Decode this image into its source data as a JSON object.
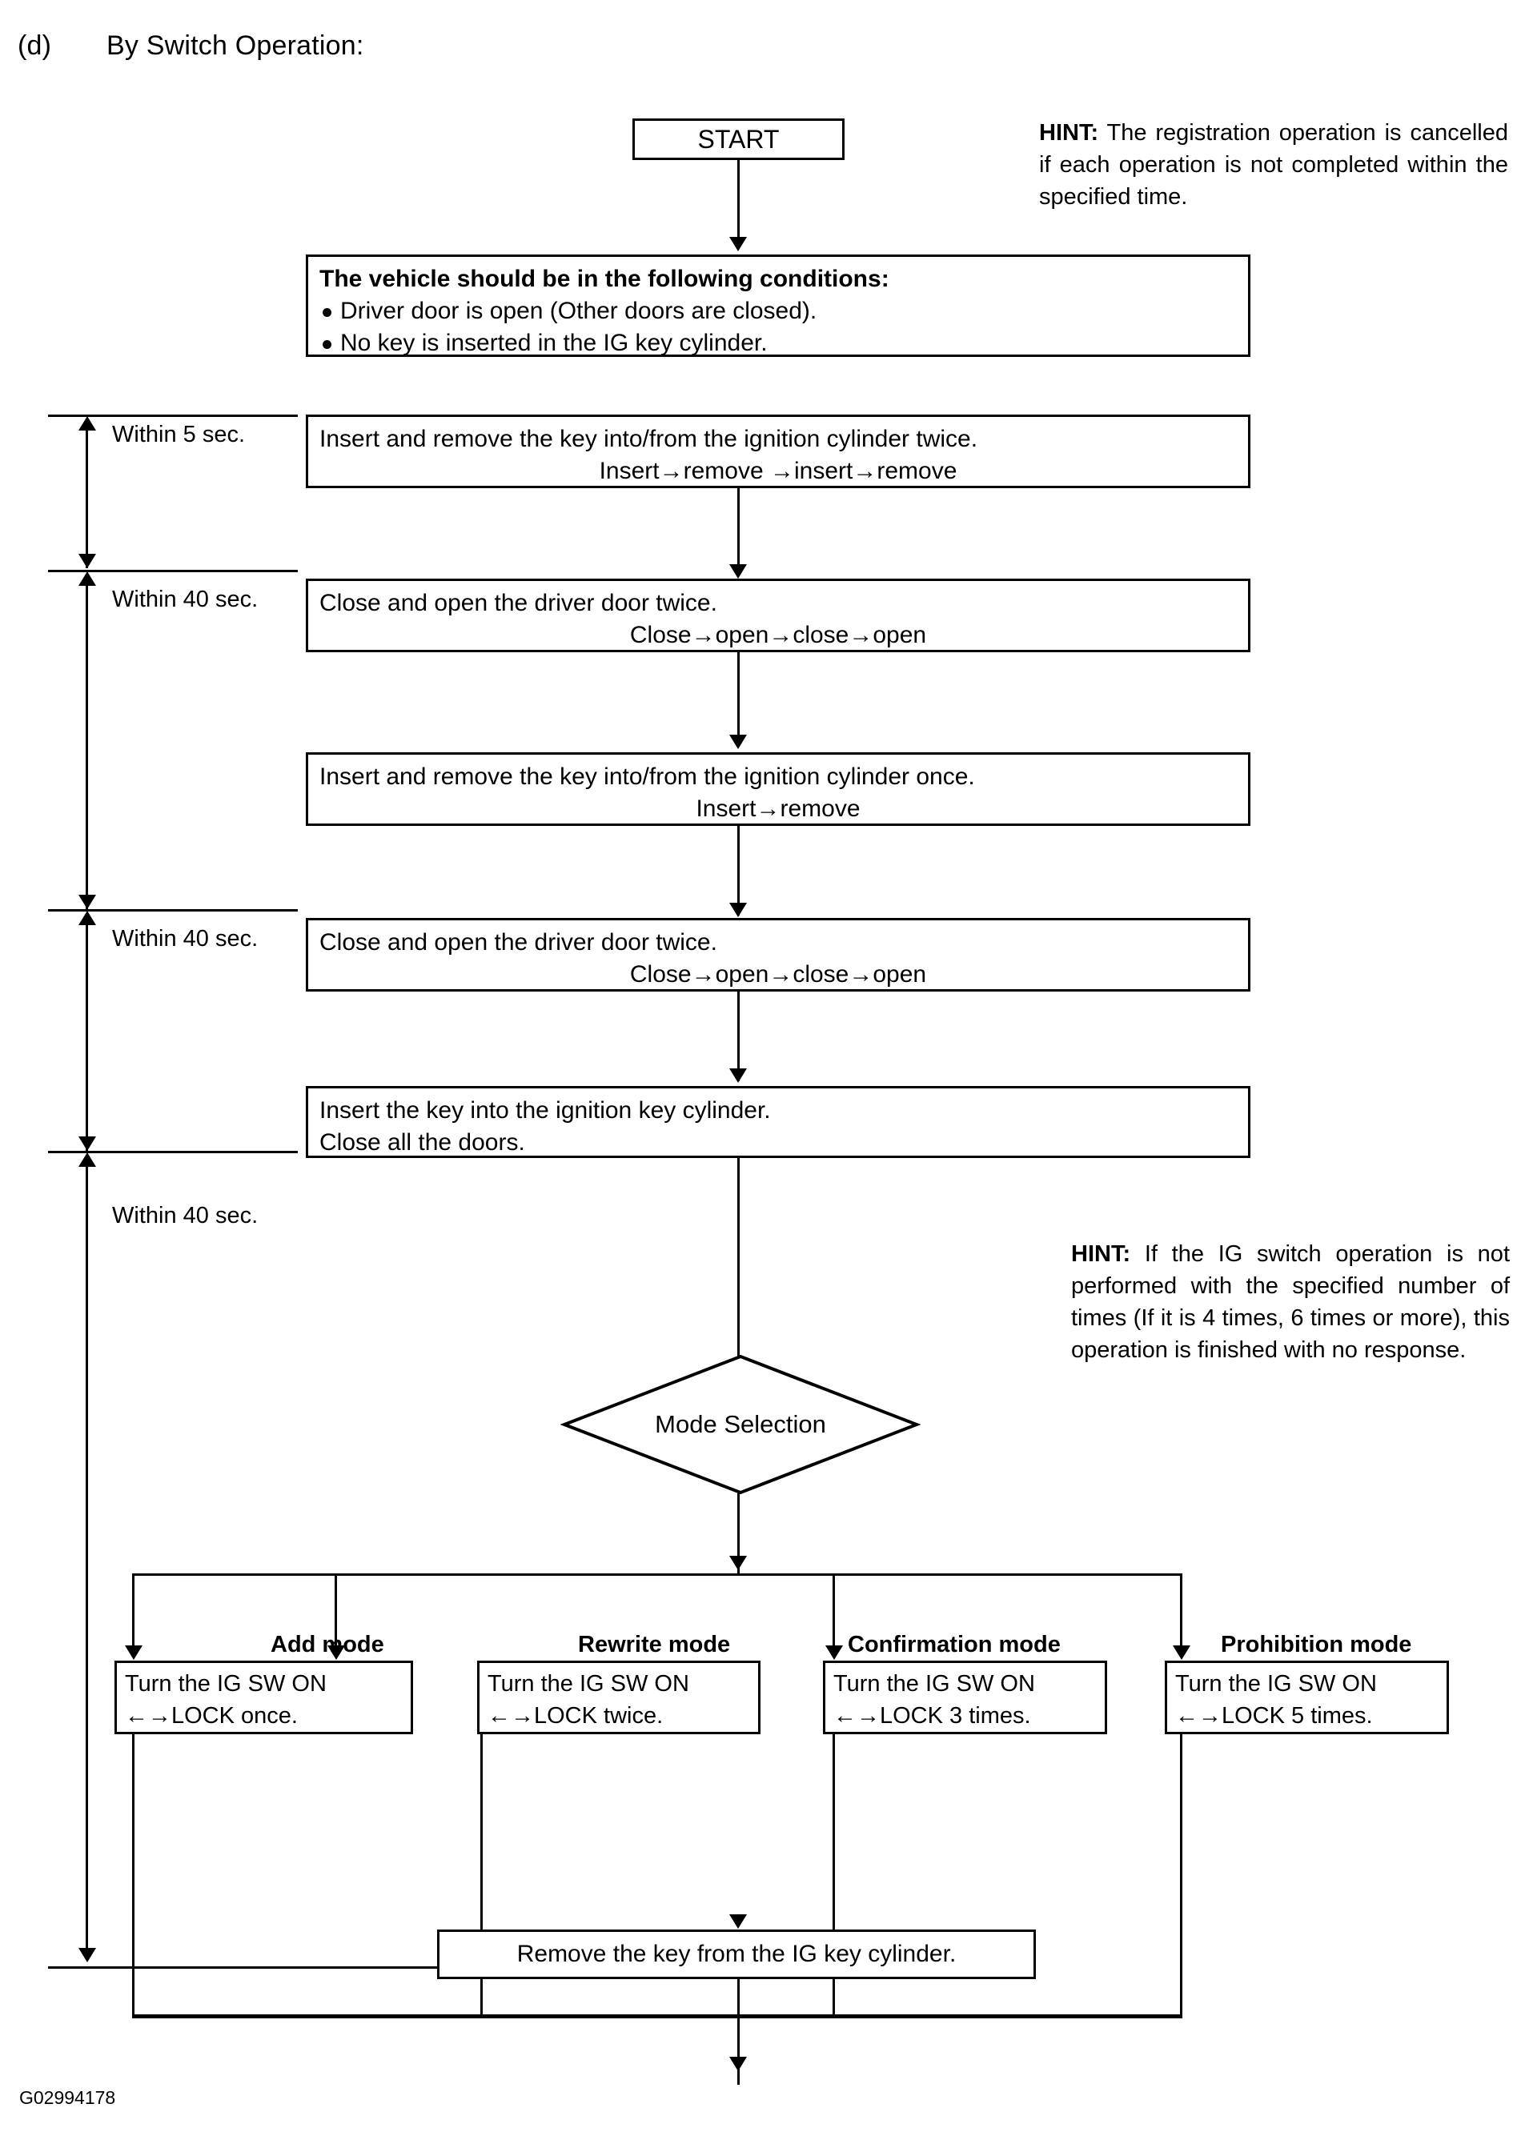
{
  "page": {
    "heading_marker": "(d)",
    "heading_text": "By Switch Operation:",
    "figure_code": "G02994178"
  },
  "flow": {
    "start_label": "START",
    "conditions_box": {
      "title": "The vehicle should be in the following conditions:",
      "bullets": [
        "Driver door is open (Other doors are closed).",
        "No key is inserted in the IG key cylinder."
      ]
    },
    "steps": [
      {
        "line1": "Insert and remove the key into/from the ignition cylinder twice.",
        "line2": "Insert→remove →insert→remove"
      },
      {
        "line1": "Close and open the driver door twice.",
        "line2": "Close→open→close→open"
      },
      {
        "line1": "Insert and remove the key into/from the ignition cylinder once.",
        "line2": "Insert→remove"
      },
      {
        "line1": "Close and open the driver door twice.",
        "line2": "Close→open→close→open"
      },
      {
        "line1": "Insert the key into the ignition key cylinder.",
        "line2": "Close all the doors."
      }
    ],
    "decision_label": "Mode Selection",
    "modes": [
      {
        "label": "Add mode",
        "line1": "Turn the IG SW ON",
        "line2": "←→LOCK once."
      },
      {
        "label": "Rewrite mode",
        "line1": "Turn the IG SW ON",
        "line2": "←→LOCK twice."
      },
      {
        "label": "Confirmation mode",
        "line1": "Turn the IG SW ON",
        "line2": "←→LOCK 3 times."
      },
      {
        "label": "Prohibition mode",
        "line1": "Turn the IG SW ON",
        "line2": "←→LOCK 5 times."
      }
    ],
    "final_step": "Remove the key from the IG key cylinder."
  },
  "timings": [
    {
      "label": "Within 5 sec."
    },
    {
      "label": "Within 40 sec."
    },
    {
      "label": "Within 40 sec."
    },
    {
      "label": "Within 40 sec."
    }
  ],
  "hints": [
    {
      "prefix": "HINT:",
      "text": " The registration operation is cancelled if each operation is not completed within the specified time."
    },
    {
      "prefix": "HINT:",
      "text": " If the IG switch operation is not performed with the specified number of times (If it is 4 times, 6 times or more), this operation is finished with no response."
    }
  ],
  "colors": {
    "ink": "#000000",
    "paper": "#ffffff"
  }
}
